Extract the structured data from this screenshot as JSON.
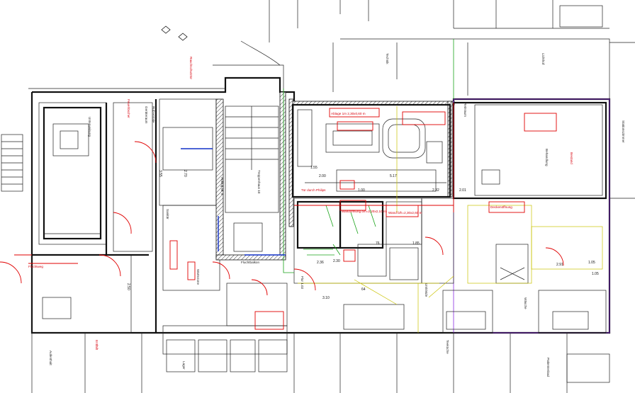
{
  "plan": {
    "room_labels": [
      {
        "id": "r1",
        "text": "Unterweisung"
      },
      {
        "id": "r2",
        "text": "Geräteraum"
      },
      {
        "id": "r3",
        "text": "Treppenhaus 10"
      },
      {
        "id": "r4",
        "text": "Aufzug Nr. 6"
      },
      {
        "id": "r5",
        "text": "Fluchtbalkon"
      },
      {
        "id": "r6",
        "text": "Flur 1.02"
      },
      {
        "id": "r7",
        "text": "Wartezone"
      },
      {
        "id": "r8",
        "text": "Sanitär"
      },
      {
        "id": "r9",
        "text": "Lager"
      },
      {
        "id": "r10",
        "text": "Aufenthalt"
      },
      {
        "id": "r11",
        "text": "Rufzentrale"
      },
      {
        "id": "r12",
        "text": "Umkleide"
      },
      {
        "id": "r13",
        "text": "Behandlung"
      },
      {
        "id": "r14",
        "text": "Reinraum"
      },
      {
        "id": "r15",
        "text": "Wäsche"
      },
      {
        "id": "r16",
        "text": "Patientenbad"
      },
      {
        "id": "r17",
        "text": "Teeküche"
      },
      {
        "id": "r18",
        "text": "Technik"
      },
      {
        "id": "r19",
        "text": "Lichthof"
      },
      {
        "id": "r20",
        "text": "Stationszimmer"
      }
    ],
    "red_notes": [
      {
        "id": "n1",
        "text": "Ablage 1m 2,30x0,60 m"
      },
      {
        "id": "n2",
        "text": "Tür durch Philips"
      },
      {
        "id": "n3",
        "text": "Wandöffnung b/h=2,20x2,10 m"
      },
      {
        "id": "n4",
        "text": "Deckenöffnung"
      },
      {
        "id": "n5",
        "text": "Feuerlöscher"
      },
      {
        "id": "n6",
        "text": "Fluchtweg"
      },
      {
        "id": "n7",
        "text": "Rauchschutztür"
      },
      {
        "id": "n8",
        "text": "Wand b/h=2,30x2,60 m"
      },
      {
        "id": "n9",
        "text": "Bestand"
      },
      {
        "id": "n10",
        "text": "Entfällt"
      }
    ],
    "dimensions": [
      {
        "id": "d1",
        "text": "1.55"
      },
      {
        "id": "d2",
        "text": "2.00"
      },
      {
        "id": "d3",
        "text": "5.17"
      },
      {
        "id": "d4",
        "text": "1.00"
      },
      {
        "id": "d5",
        "text": "2.01"
      },
      {
        "id": "d6",
        "text": "2.30"
      },
      {
        "id": "d7",
        "text": "2.91"
      },
      {
        "id": "d8",
        "text": "1.05"
      },
      {
        "id": "d9",
        "text": "3.10"
      },
      {
        "id": "d10",
        "text": "76"
      },
      {
        "id": "d11",
        "text": "64"
      },
      {
        "id": "d12",
        "text": "2.50"
      },
      {
        "id": "d13",
        "text": "3.55"
      },
      {
        "id": "d14",
        "text": "2.70"
      },
      {
        "id": "d15",
        "text": "2.36"
      },
      {
        "id": "d16",
        "text": "1.85"
      },
      {
        "id": "d17",
        "text": "2.32"
      },
      {
        "id": "d18",
        "text": "1.05"
      }
    ],
    "colors": {
      "wall": "#111111",
      "annotation_red": "#e00000",
      "equipment_green": "#1aa31a",
      "pipe_blue": "#1030c8",
      "furniture_yellow": "#c9c200",
      "boundary_purple": "#8a2be2"
    }
  }
}
